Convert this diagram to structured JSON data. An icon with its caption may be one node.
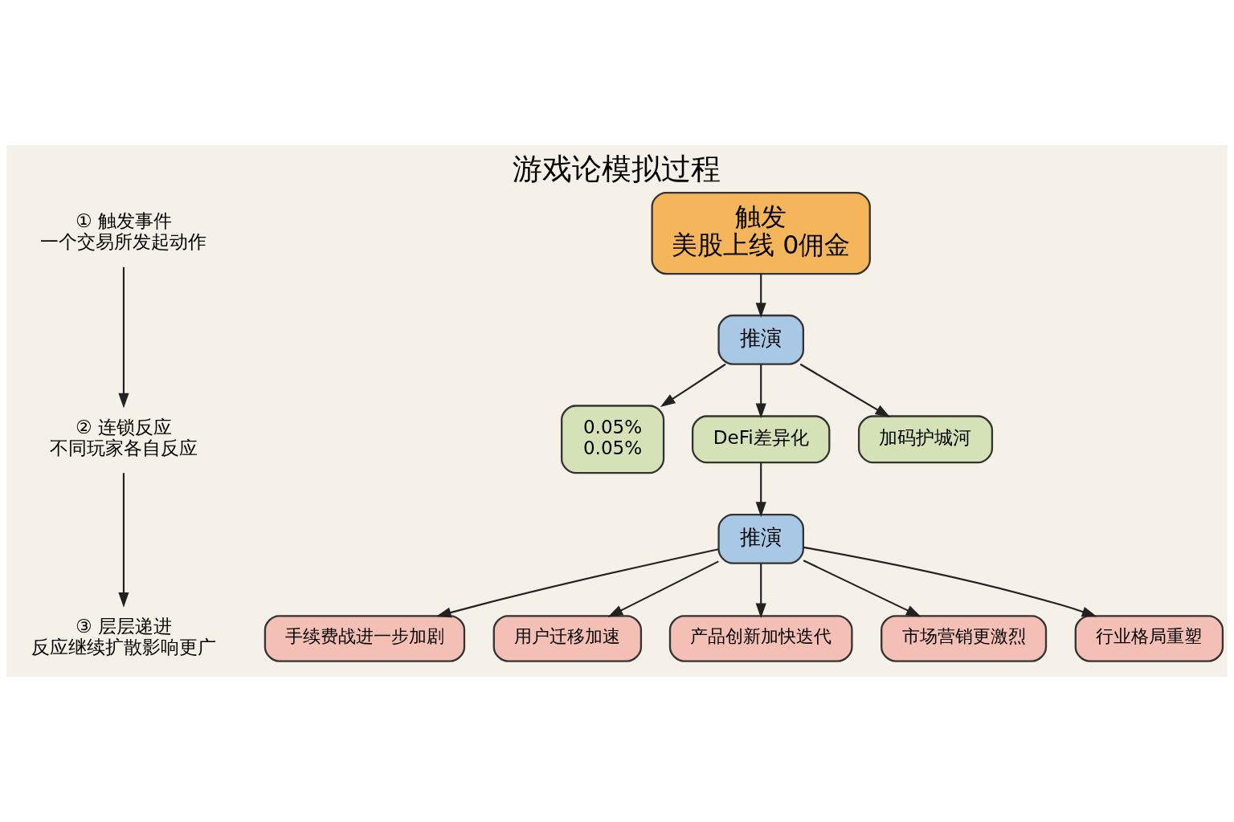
{
  "diagram": {
    "title": "游戏论模拟过程",
    "nodes": [
      {
        "text": [
          "① 触发事件",
          "一个交易所发起动作"
        ]
      },
      {
        "text": [
          "② 连锁反应",
          "不同玩家各自反应"
        ]
      },
      {
        "text": [
          "③ 层层递进",
          "反应继续扩散影响更广"
        ]
      },
      {
        "text": [
          "触发",
          "美股上线 0佣金"
        ]
      },
      {
        "text": [
          "推演"
        ]
      },
      {
        "text": [
          "0.05%",
          "0.05%"
        ]
      },
      {
        "text": [
          "DeFi差异化"
        ]
      },
      {
        "text": [
          "加码护城河"
        ]
      },
      {
        "text": [
          "推演"
        ]
      },
      {
        "text": [
          "手续费战进一步加剧"
        ]
      },
      {
        "text": [
          "用户迁移加速"
        ]
      },
      {
        "text": [
          "产品创新加快迭代"
        ]
      },
      {
        "text": [
          "市场营销更激烈"
        ]
      },
      {
        "text": [
          "行业格局重塑"
        ]
      }
    ],
    "edges": [
      {
        "from": 0,
        "to": 1,
        "arrow": "to"
      },
      {
        "from": 1,
        "to": 2,
        "arrow": "to"
      },
      {
        "from": 3,
        "to": 4,
        "arrow": "to"
      },
      {
        "from": 4,
        "to": 5,
        "arrow": "to"
      },
      {
        "from": 4,
        "to": 6,
        "arrow": "to"
      },
      {
        "from": 4,
        "to": 7,
        "arrow": "to"
      },
      {
        "from": 6,
        "to": 8,
        "arrow": "to"
      },
      {
        "from": 8,
        "to": 9,
        "arrow": "to"
      },
      {
        "from": 8,
        "to": 10,
        "arrow": "to"
      },
      {
        "from": 8,
        "to": 11,
        "arrow": "to"
      },
      {
        "from": 8,
        "to": 12,
        "arrow": "to"
      },
      {
        "from": 8,
        "to": 13,
        "arrow": "to"
      }
    ]
  }
}
